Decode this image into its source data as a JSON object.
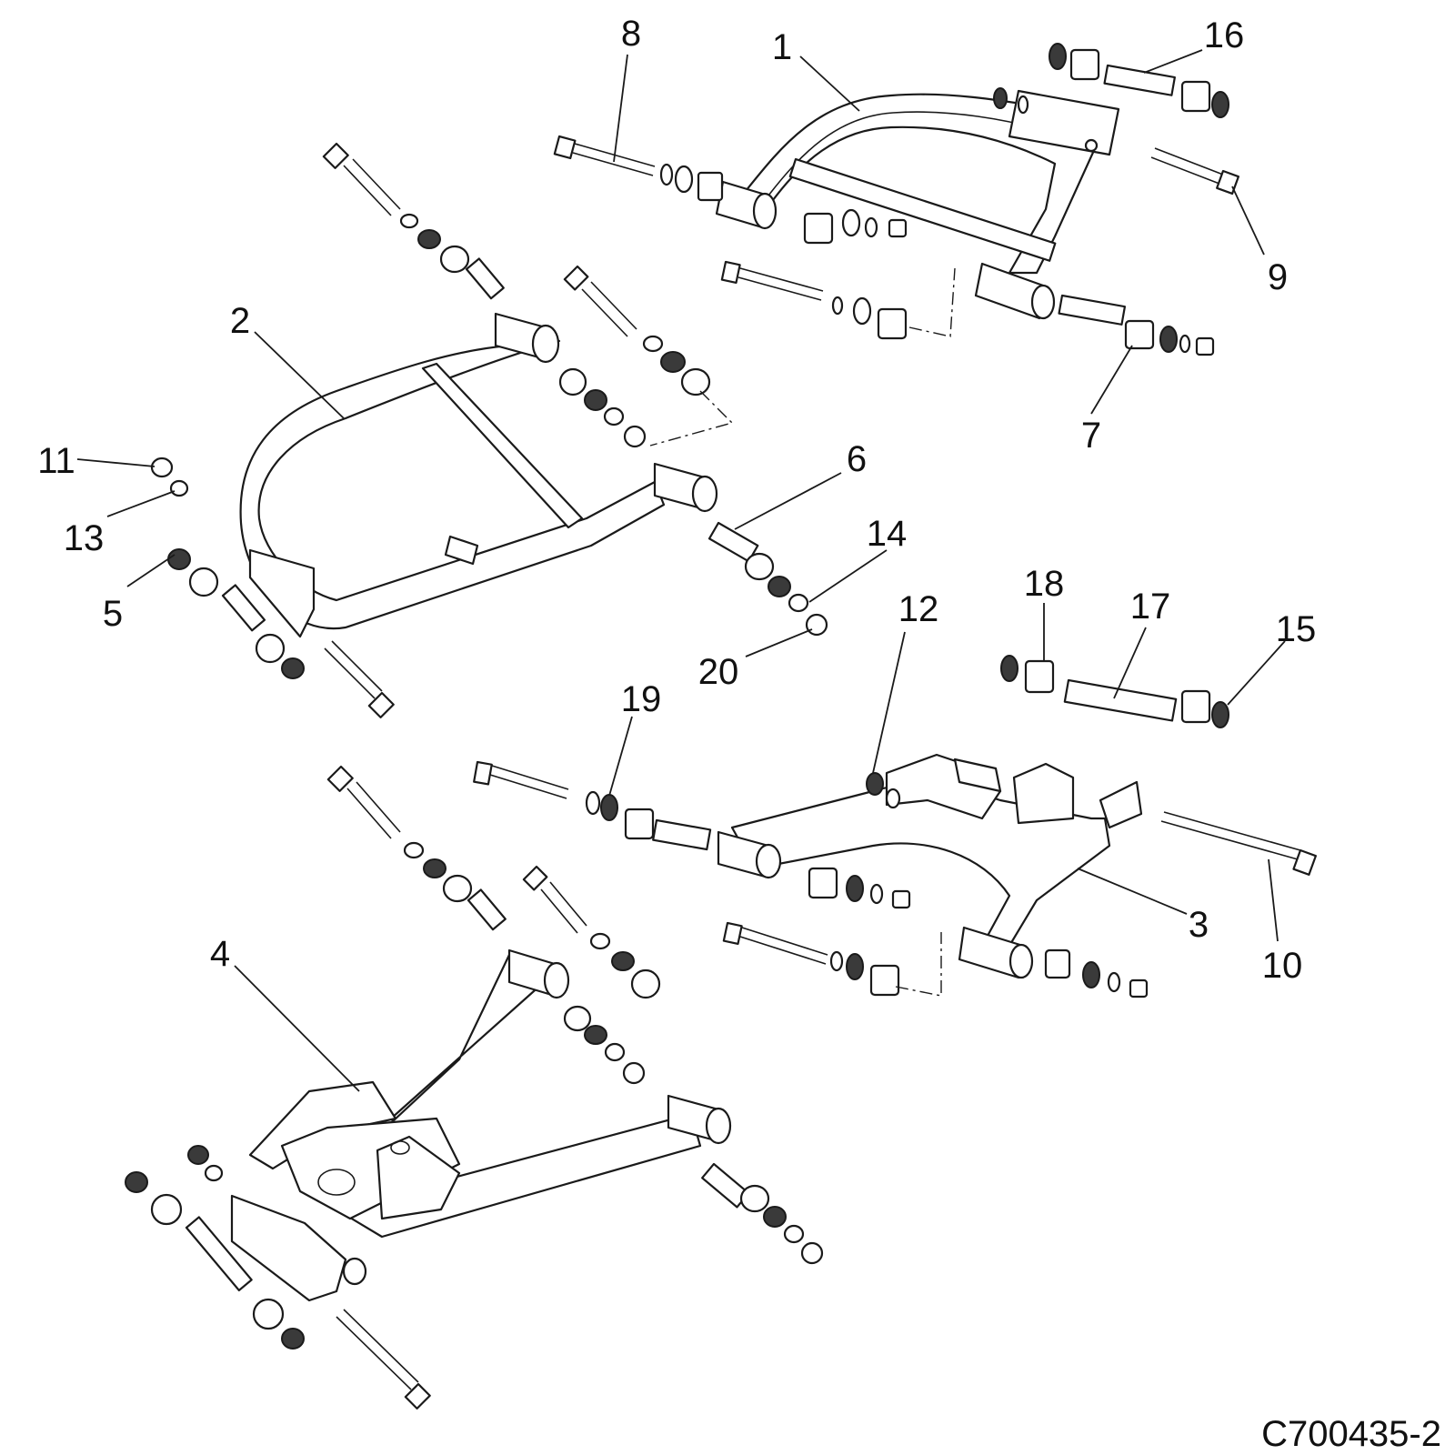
{
  "figure_id": "C700435-2",
  "callouts": [
    {
      "label": "1"
    },
    {
      "label": "2"
    },
    {
      "label": "3"
    },
    {
      "label": "4"
    },
    {
      "label": "5"
    },
    {
      "label": "6"
    },
    {
      "label": "7"
    },
    {
      "label": "8"
    },
    {
      "label": "9"
    },
    {
      "label": "10"
    },
    {
      "label": "11"
    },
    {
      "label": "12"
    },
    {
      "label": "13"
    },
    {
      "label": "14"
    },
    {
      "label": "15"
    },
    {
      "label": "16"
    },
    {
      "label": "17"
    },
    {
      "label": "18"
    },
    {
      "label": "19"
    },
    {
      "label": "20"
    }
  ]
}
